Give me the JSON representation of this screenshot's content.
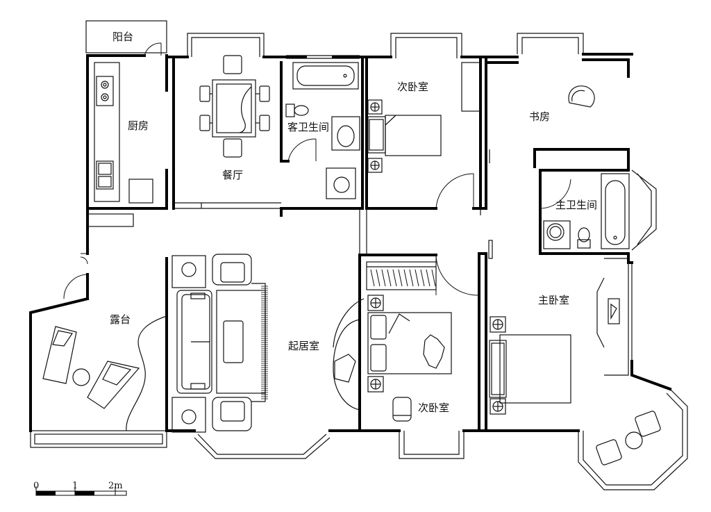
{
  "rooms": {
    "balcony": "阳台",
    "kitchen": "厨房",
    "dining": "餐厅",
    "guest_bathroom": "客卫生间",
    "second_bedroom_north": "次卧室",
    "study": "书房",
    "master_bathroom": "主卫生间",
    "terrace": "露台",
    "living_room": "起居室",
    "second_bedroom_south": "次卧室",
    "master_bedroom": "主卧室"
  },
  "scale_bar": {
    "ticks": [
      "0",
      "1",
      "2m"
    ]
  },
  "colors": {
    "wall": "#000000",
    "line": "#111111",
    "background": "#ffffff"
  }
}
